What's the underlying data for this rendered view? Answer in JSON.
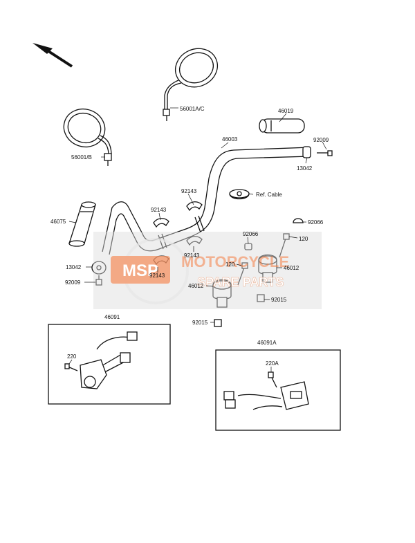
{
  "labels": {
    "mirror_right": "56001A/C",
    "mirror_left": "56001/B",
    "throttle_grip": "46019",
    "handlebar": "46003",
    "end_weight_bolt_r": "92009",
    "end_weight_r": "13042",
    "clamp_a1": "92143",
    "ref_cable": "Ref. Cable",
    "grip_left": "46075",
    "clamp_a2": "92143",
    "cap_right": "92066",
    "cap_left": "92066",
    "bolt_right": "120",
    "end_weight_l": "13042",
    "clamp_b1": "92143",
    "holder_right": "46012",
    "bolt_left": "120",
    "end_weight_bolt_l": "92009",
    "clamp_b2": "92143",
    "holder_left": "46012",
    "nut_right": "92015",
    "nut_left": "92015",
    "switch_left_box": "46091",
    "screw_left": "220",
    "switch_right_box": "46091A",
    "screw_right": "220A"
  },
  "watermark": {
    "line1": "MOTORCYCLE",
    "line2": "SPARE PARTS",
    "badge": "MSP",
    "color": "#f28c5a"
  },
  "colors": {
    "line": "#111111",
    "watermark_bg": "#dcdcdc"
  }
}
